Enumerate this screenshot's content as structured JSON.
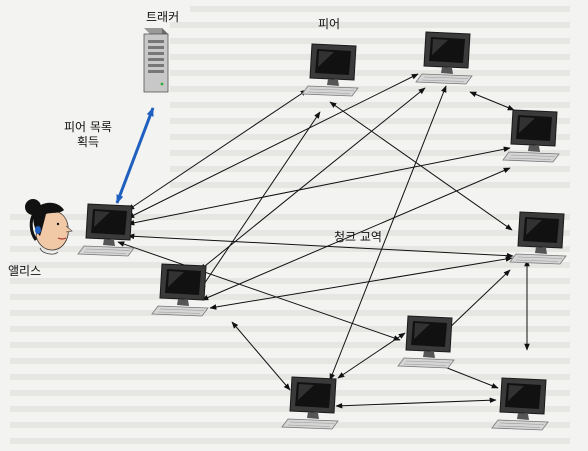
{
  "labels": {
    "tracker": "트래커",
    "peer": "피어",
    "get_peer_list": [
      "피어 목록",
      "획득"
    ],
    "alice": "앨리스",
    "chunk_exchange": "청크 교역"
  },
  "icons": {
    "tracker": "server-tower-icon",
    "peer": "desktop-computer-icon",
    "alice": "person-avatar-icon"
  },
  "colors": {
    "tracker_link": "#1f5fbf",
    "peer_link": "#111111",
    "background": "#f3f3f1"
  }
}
